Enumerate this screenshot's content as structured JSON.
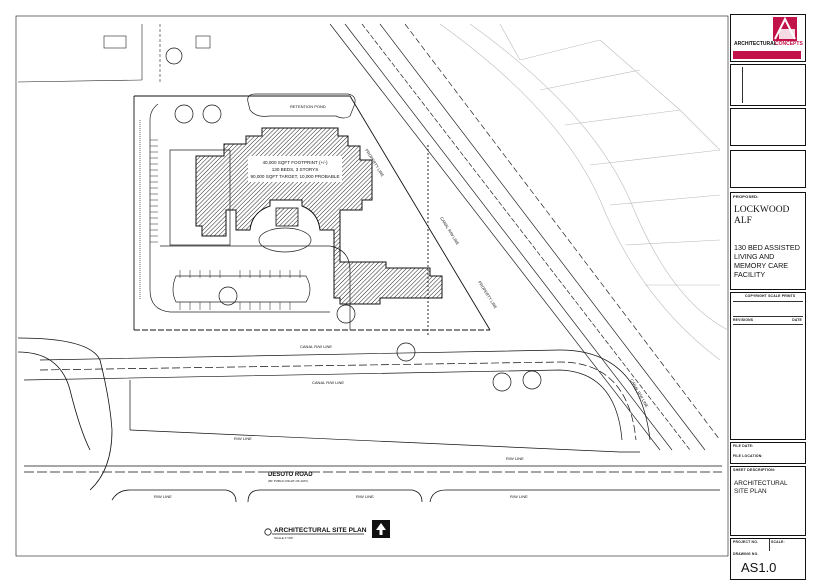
{
  "site_plan": {
    "footprint_label": {
      "line1": "40,000 SQFT FOOTPRINT (+/-)",
      "line2": "130 BEDS, 3 STORYS",
      "line3": "90,000 SQFT TARGET, 10,000 PROBABLE"
    },
    "retention_pond": "RETENTION POND",
    "property_line": "PROPERTY LINE",
    "canal_rw_line": "CANAL R/W LINE",
    "rw_line": "R/W LINE",
    "road_name": "DESOTO ROAD",
    "road_note": "(80' PUBLIC RIGHT-OF-WAY)",
    "drawing_title": "ARCHITECTURAL SITE PLAN",
    "scale_note": "SCALE 1\"=80'"
  },
  "title_block": {
    "firm_name": "ARCHITECTURAL",
    "firm_sub": "CONCEPTS",
    "proposed_label": "PROPOSED:",
    "project_line1": "LOCKWOOD",
    "project_line2": "ALF",
    "desc_line1": "130 BED ASSISTED",
    "desc_line2": "LIVING AND",
    "desc_line3": "MEMORY CARE",
    "desc_line4": "FACILITY",
    "file_date_label": "FILE DATE:",
    "file_location_label": "FILE LOCATION:",
    "sheet_desc_label": "SHEET DESCRIPTION:",
    "sheet_desc_line1": "ARCHITECTURAL",
    "sheet_desc_line2": "SITE PLAN",
    "project_no_label": "PROJECT NO.",
    "scale_label": "SCALE:",
    "drawing_no_label": "DRAWING NO.",
    "drawing_no": "AS1.0",
    "copyright_label": "COPYRIGHT SCALE PRINTS",
    "revisions_label": "REVISIONS",
    "date_label": "DATE"
  }
}
